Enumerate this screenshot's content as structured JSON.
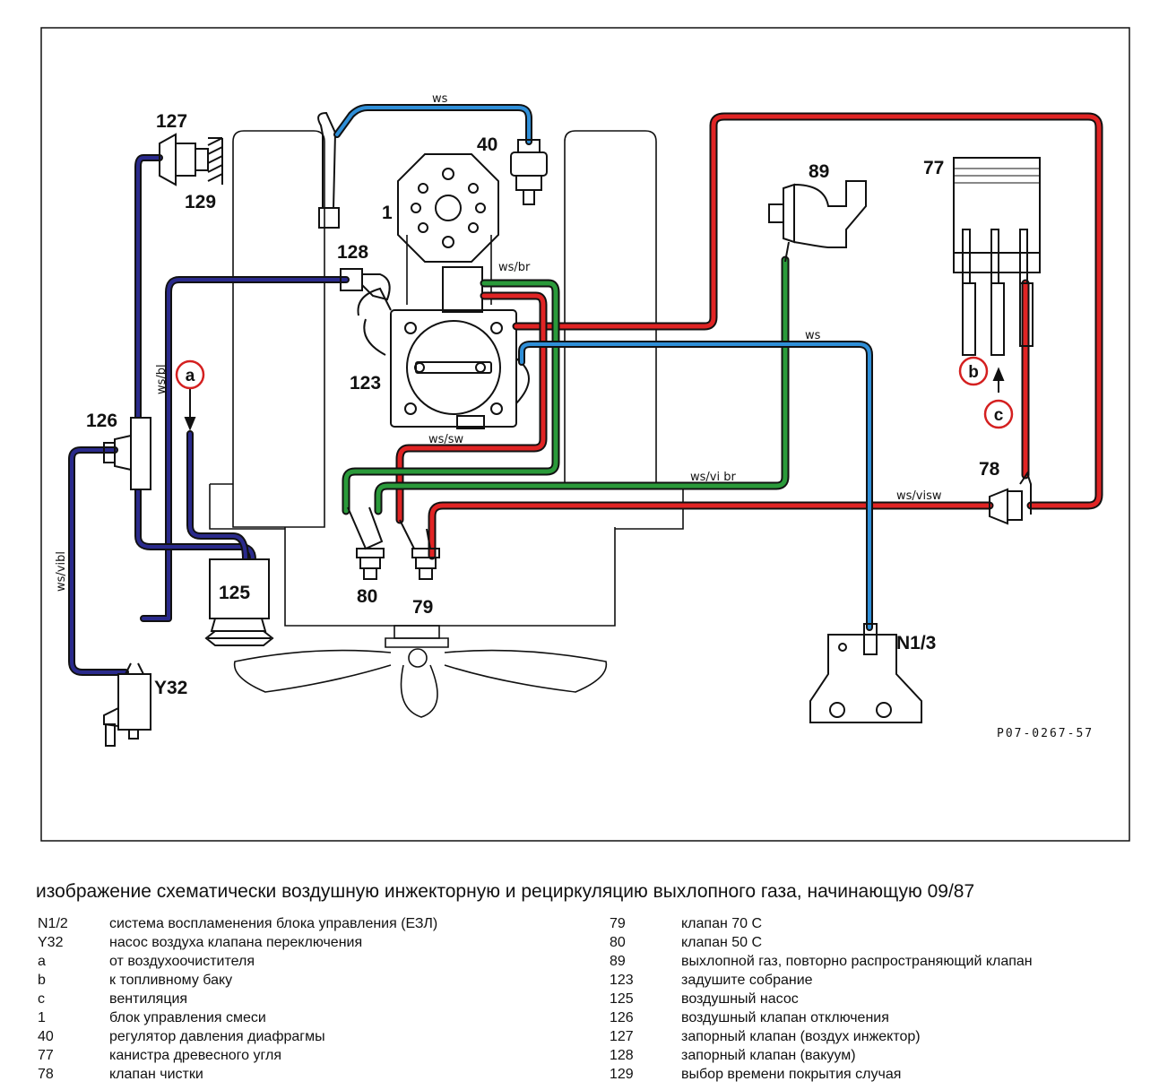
{
  "diagram": {
    "labels": {
      "l127": "127",
      "l129": "129",
      "l40": "40",
      "l1": "1",
      "l128": "128",
      "l89": "89",
      "l77": "77",
      "l123": "123",
      "l126": "126",
      "l125": "125",
      "l80": "80",
      "l79": "79",
      "l78": "78",
      "lY32": "Y32",
      "lN13": "N1/3",
      "la": "a",
      "lb": "b",
      "lc": "c"
    },
    "wires": {
      "ws_top": "ws",
      "ws_br": "ws/br",
      "ws_mid": "ws",
      "ws_sw": "ws/sw",
      "ws_vi_br": "ws/vi br",
      "ws_vi_sw": "ws/visw",
      "ws_bl": "ws/bl",
      "ws_vi_bl": "ws/vibl"
    },
    "code": "P07-0267-57",
    "colors": {
      "blue": "#2f8fd8",
      "red": "#e02424",
      "green": "#2a9a3a",
      "purple": "#2a2a8c",
      "marker": "#d42020"
    }
  },
  "caption": "изображение схематически воздушную инжекторную и рециркуляцию выхлопного газа, начинающую 09/87",
  "legend_left": [
    {
      "key": "N1/2",
      "text": "система воспламенения блока управления (ЕЗЛ)"
    },
    {
      "key": "Y32",
      "text": "насос воздуха клапана переключения"
    },
    {
      "key": "a",
      "text": "от воздухоочистителя"
    },
    {
      "key": "b",
      "text": "к топливному баку"
    },
    {
      "key": "c",
      "text": "вентиляция"
    },
    {
      "key": "1",
      "text": "блок управления смеси"
    },
    {
      "key": "40",
      "text": "регулятор давления диафрагмы"
    },
    {
      "key": "77",
      "text": "канистра древесного угля"
    },
    {
      "key": "78",
      "text": "клапан чистки"
    }
  ],
  "legend_right": [
    {
      "key": "79",
      "text": "клапан 70 С"
    },
    {
      "key": "80",
      "text": "клапан 50 С"
    },
    {
      "key": "89",
      "text": "выхлопной газ, повторно распространяющий клапан"
    },
    {
      "key": "123",
      "text": "задушите собрание"
    },
    {
      "key": "125",
      "text": "воздушный насос"
    },
    {
      "key": "126",
      "text": "воздушный клапан отключения"
    },
    {
      "key": "127",
      "text": "запорный клапан (воздух инжектор)"
    },
    {
      "key": "128",
      "text": "запорный клапан (вакуум)"
    },
    {
      "key": "129",
      "text": "выбор времени покрытия случая"
    }
  ]
}
